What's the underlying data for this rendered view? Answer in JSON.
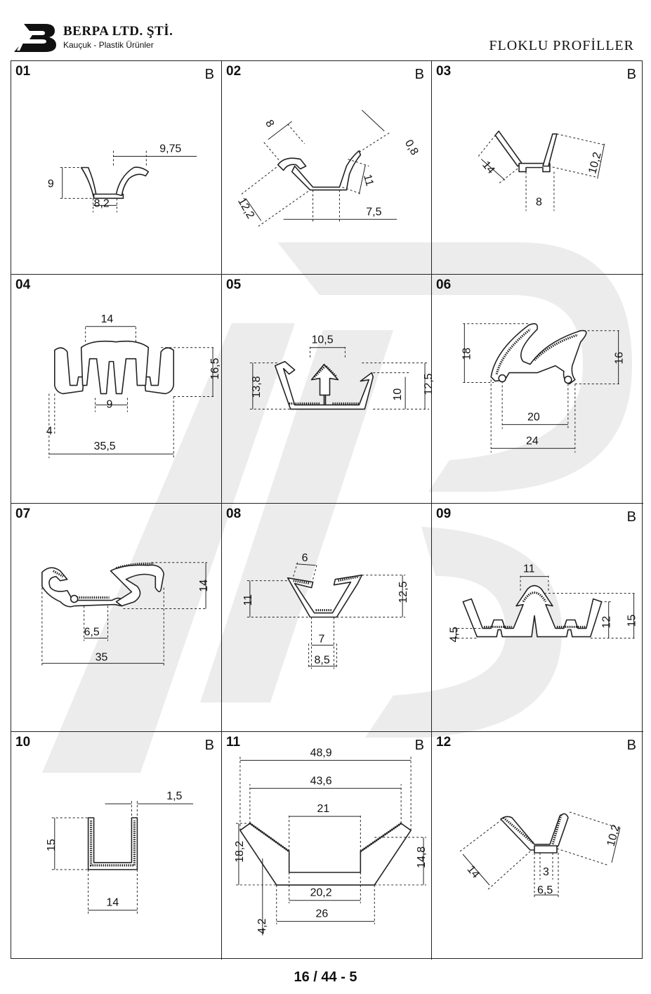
{
  "header": {
    "company": "BERPA LTD. ŞTİ.",
    "tagline": "Kauçuk - Plastik Ürünler",
    "title": "FLOKLU PROFİLLER"
  },
  "profiles": [
    {
      "num": "01",
      "mark": "B",
      "dims": [
        "9,75",
        "9",
        "8,2"
      ]
    },
    {
      "num": "02",
      "mark": "B",
      "dims": [
        "8",
        "0,8",
        "11",
        "12,2",
        "7,5"
      ]
    },
    {
      "num": "03",
      "mark": "B",
      "dims": [
        "14",
        "10,2",
        "8"
      ]
    },
    {
      "num": "04",
      "mark": "",
      "dims": [
        "14",
        "16,5",
        "9",
        "4",
        "35,5"
      ]
    },
    {
      "num": "05",
      "mark": "",
      "dims": [
        "10,5",
        "13,8",
        "10",
        "12,5"
      ]
    },
    {
      "num": "06",
      "mark": "",
      "dims": [
        "18",
        "16",
        "20",
        "24"
      ]
    },
    {
      "num": "07",
      "mark": "",
      "dims": [
        "14",
        "6,5",
        "35"
      ]
    },
    {
      "num": "08",
      "mark": "",
      "dims": [
        "6",
        "11",
        "12,5",
        "7",
        "8,5"
      ]
    },
    {
      "num": "09",
      "mark": "B",
      "dims": [
        "11",
        "15",
        "12",
        "4,5"
      ]
    },
    {
      "num": "10",
      "mark": "B",
      "dims": [
        "1,5",
        "15",
        "14"
      ]
    },
    {
      "num": "11",
      "mark": "B",
      "dims": [
        "48,9",
        "43,6",
        "21",
        "18,2",
        "14,8",
        "20,2",
        "26",
        "4,2"
      ]
    },
    {
      "num": "12",
      "mark": "B",
      "dims": [
        "10,2",
        "14",
        "3",
        "6,5"
      ]
    }
  ],
  "footer": {
    "page": "16 / 44 - 5"
  }
}
